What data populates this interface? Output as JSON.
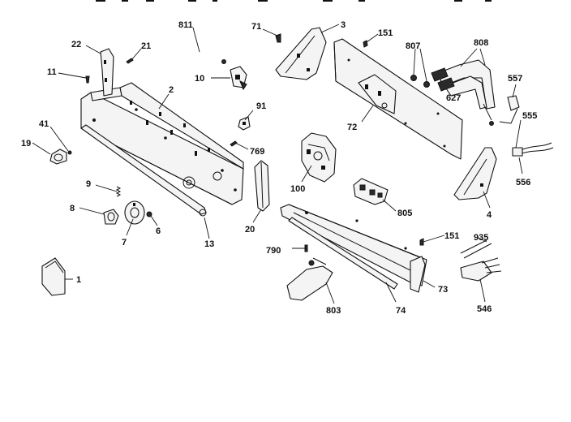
{
  "labels": {
    "p811": "811",
    "p71": "71",
    "p3": "3",
    "p151_top": "151",
    "p807": "807",
    "p808": "808",
    "p22": "22",
    "p21": "21",
    "p11": "11",
    "p10": "10",
    "p2": "2",
    "p557": "557",
    "p627": "627",
    "p41": "41",
    "p91": "91",
    "p72": "72",
    "p555": "555",
    "p19": "19",
    "p769": "769",
    "p556": "556",
    "p9": "9",
    "p100": "100",
    "p805": "805",
    "p8": "8",
    "p6": "6",
    "p7": "7",
    "p13": "13",
    "p20": "20",
    "p4": "4",
    "p151_bottom": "151",
    "p935": "935",
    "p790": "790",
    "p73": "73",
    "p1": "1",
    "p803": "803",
    "p74": "74",
    "p546": "546"
  }
}
